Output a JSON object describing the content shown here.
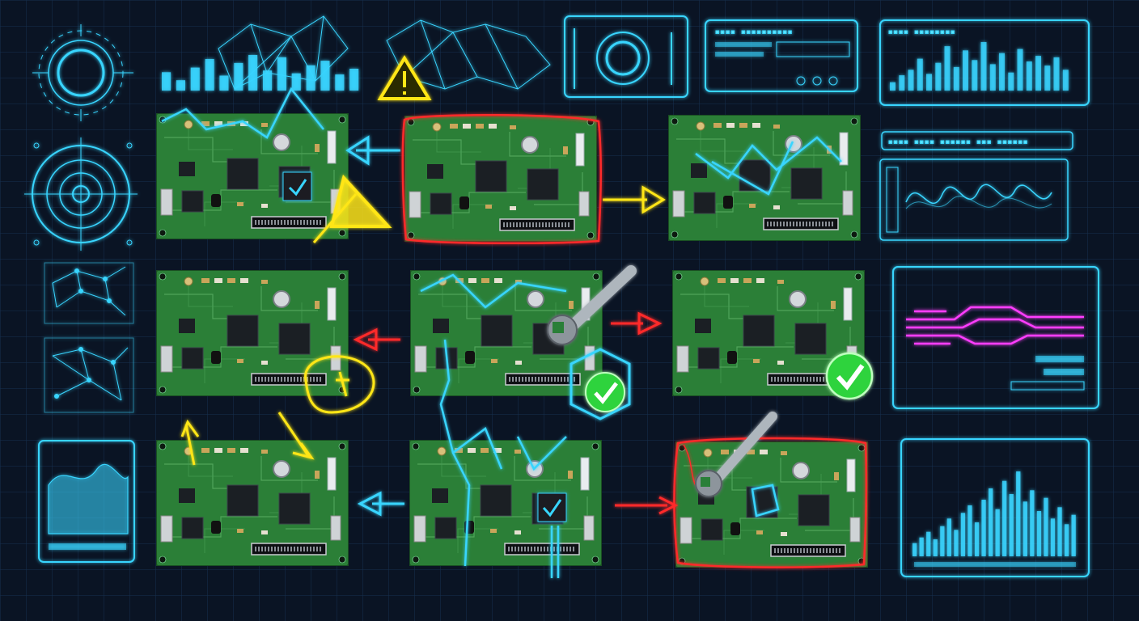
{
  "colors": {
    "background": "#0a1424",
    "grid": "#163252",
    "hologram": "#39d5ff",
    "board": "#2f8a3c",
    "board_dark": "#1d5a26",
    "chip": "#1b1f24",
    "warning": "#ffe619",
    "error": "#ff2a2a",
    "success": "#2fd33c",
    "neon_trace": "#ff3cff"
  },
  "header_glyphs": {
    "top_panel_a": "▪▪▪▪ ▪▪▪▪▪▪▪▪▪▪",
    "top_panel_b": "▪▪▪▪ ▪▪▪▪▪▪▪▪",
    "right_strip": "▪▪▪▪ ▪▪▪▪ ▪▪▪▪▪▪ ▪▪▪ ▪▪▪▪▪▪"
  },
  "boards": [
    {
      "id": "r1c1",
      "status": "warning",
      "icon": "warning-triangle-icon",
      "check": "small-check-icon"
    },
    {
      "id": "r1c2",
      "status": "error",
      "icon": "none"
    },
    {
      "id": "r1c3",
      "status": "traced",
      "icon": "none"
    },
    {
      "id": "r2c1",
      "status": "warning",
      "icon": "warning-circle-icon"
    },
    {
      "id": "r2c2",
      "status": "repaired",
      "icon": "checkmark-hexagon-icon"
    },
    {
      "id": "r2c3",
      "status": "passed",
      "icon": "checkmark-circle-icon"
    },
    {
      "id": "r3c1",
      "status": "warning",
      "icon": "warning-arrows-icon"
    },
    {
      "id": "r3c2",
      "status": "traced",
      "icon": "small-check-icon"
    },
    {
      "id": "r3c3",
      "status": "error",
      "icon": "wrench-icon"
    }
  ],
  "flow_arrows": [
    {
      "from": "r1c2",
      "to": "r1c1",
      "color": "hologram"
    },
    {
      "from": "r1c2",
      "to": "r1c3",
      "color": "warning"
    },
    {
      "from": "r2c2",
      "to": "r2c1",
      "color": "error"
    },
    {
      "from": "r2c2",
      "to": "r2c3",
      "color": "error"
    },
    {
      "from": "r3c2",
      "to": "r3c1",
      "color": "hologram"
    },
    {
      "from": "r3c2",
      "to": "r3c3",
      "color": "error"
    }
  ],
  "bar_chart_top_left": [
    32,
    18,
    40,
    55,
    26,
    48,
    62,
    35,
    58,
    30,
    44,
    52,
    28,
    38
  ],
  "bar_chart_top_right": [
    12,
    22,
    30,
    46,
    24,
    40,
    64,
    34,
    58,
    44,
    70,
    38,
    54,
    26,
    60,
    42,
    50,
    36,
    48,
    30
  ],
  "bar_chart_bottom_right": [
    14,
    20,
    26,
    18,
    32,
    40,
    28,
    46,
    54,
    36,
    60,
    72,
    50,
    80,
    66,
    90,
    58,
    70,
    48,
    62,
    40,
    52,
    34,
    44
  ]
}
